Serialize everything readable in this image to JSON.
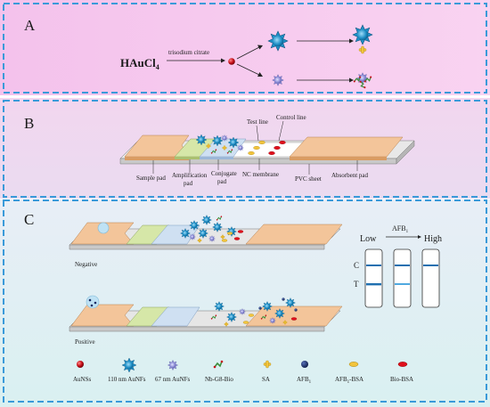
{
  "panels": {
    "a": {
      "letter": "A",
      "reagent": "HAuCl",
      "reagent_sub": "4",
      "reaction_label": "trisodium citrate"
    },
    "b": {
      "letter": "B",
      "labels": {
        "test_line": "Test line",
        "control_line": "Control line",
        "sample_pad": "Sample pad",
        "amplification_pad_1": "Amplification",
        "amplification_pad_2": "pad",
        "conjugate_pad_1": "Conjugate",
        "conjugate_pad_2": "pad",
        "nc_membrane": "NC membrane",
        "pvc_sheet": "PVC sheet",
        "absorbent_pad": "Absorbent pad"
      }
    },
    "c": {
      "letter": "C",
      "negative": "Negative",
      "positive": "Positive",
      "low": "Low",
      "high": "High",
      "afb_arrow_label": "AFB",
      "afb_arrow_sub": "1",
      "line_c": "C",
      "line_t": "T"
    }
  },
  "legend": [
    {
      "icon": "red-sphere-icon",
      "label": "AuNSs"
    },
    {
      "icon": "spiky-nanoflower-icon",
      "label": "110 nm AuNFs"
    },
    {
      "icon": "small-nanoflower-icon",
      "label": "67 nm AuNFs"
    },
    {
      "icon": "nanobody-biotin-icon",
      "label": "Nb-G8-Bio"
    },
    {
      "icon": "streptavidin-icon",
      "label": "SA"
    },
    {
      "icon": "afb1-dot-icon",
      "label": "AFB",
      "sub": "1"
    },
    {
      "icon": "afb1-bsa-icon",
      "label": "AFB",
      "sub": "1",
      "suffix": "-BSA"
    },
    {
      "icon": "bio-bsa-icon",
      "label": "Bio-BSA"
    }
  ],
  "colors": {
    "panel_a_bg": "#f6c9ee",
    "panel_b_bg": "#f0d8ee",
    "panel_c_bg": "#e2f0f4",
    "dashed_border": "#3a9ad9",
    "pad_orange": "#f3c59a",
    "pad_green": "#d6e7a8",
    "pad_blue": "#cfe0f2",
    "nanoflower": "#1f8fc6",
    "small_flower": "#8f8fd8",
    "aunss": "#c8101a",
    "sa_yellow": "#f2c43c",
    "afb1_navy": "#162a63",
    "bio_bsa_red": "#e0101c"
  }
}
